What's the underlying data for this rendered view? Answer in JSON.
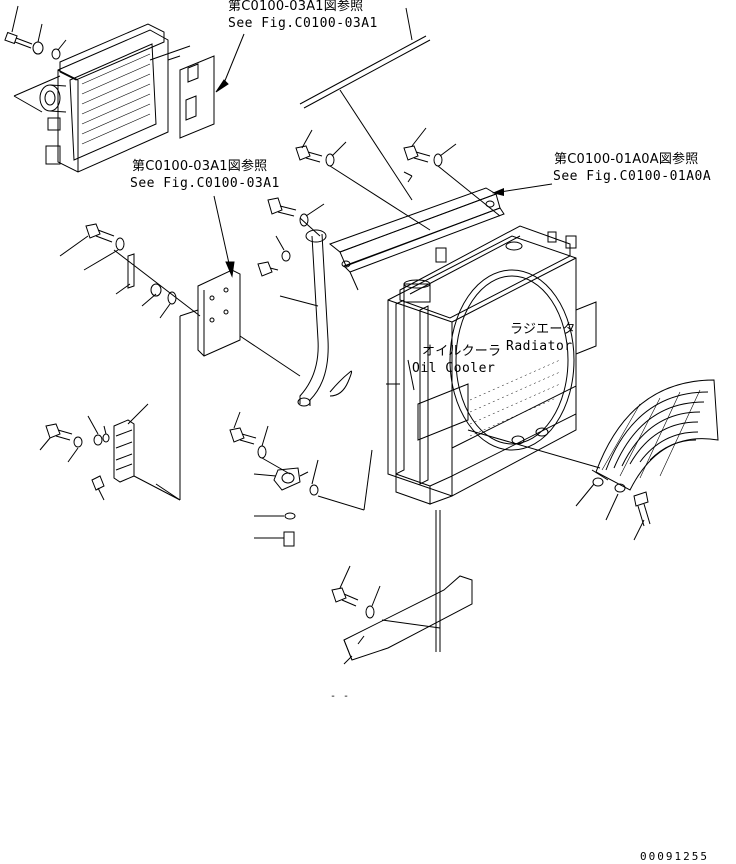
{
  "references": [
    {
      "jp": "第C0100-03A1図参照",
      "en": "See Fig.C0100-03A1"
    },
    {
      "jp": "第C0100-03A1図参照",
      "en": "See Fig.C0100-03A1"
    },
    {
      "jp": "第C0100-01A0A図参照",
      "en": "See Fig.C0100-01A0A"
    }
  ],
  "component_labels": {
    "radiator_jp": "ラジエータ",
    "radiator_en": "Radiator",
    "oil_cooler_jp": "オイルクーラ",
    "oil_cooler_en": "Oil Cooler"
  },
  "stray_text": "- -",
  "drawing_number": "00091255"
}
